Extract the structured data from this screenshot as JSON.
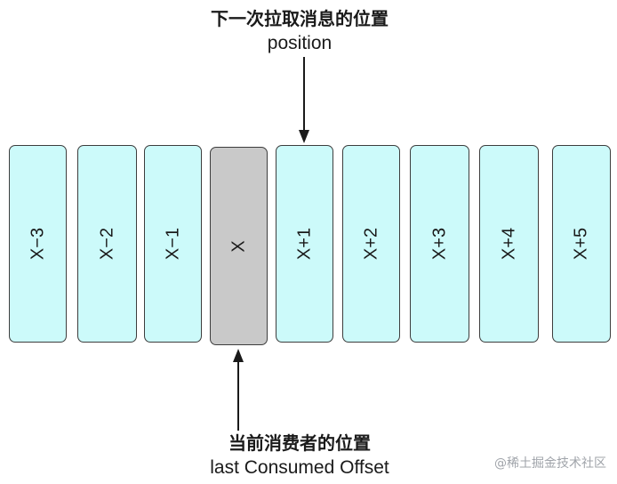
{
  "top_label": {
    "title": "下一次拉取消息的位置",
    "subtitle": "position"
  },
  "bottom_label": {
    "title": "当前消费者的位置",
    "subtitle": "last Consumed Offset"
  },
  "slots": [
    {
      "label": "X−3",
      "state": "normal"
    },
    {
      "label": "X−2",
      "state": "normal"
    },
    {
      "label": "X−1",
      "state": "normal"
    },
    {
      "label": "X",
      "state": "current"
    },
    {
      "label": "X+1",
      "state": "normal"
    },
    {
      "label": "X+2",
      "state": "normal"
    },
    {
      "label": "X+3",
      "state": "normal"
    },
    {
      "label": "X+4",
      "state": "normal"
    },
    {
      "label": "X+5",
      "state": "normal"
    }
  ],
  "colors": {
    "slot_fill": "#ccfafa",
    "current_fill": "#c9c9c9",
    "border": "#3d3d3d"
  },
  "watermark": "@稀土掘金技术社区"
}
